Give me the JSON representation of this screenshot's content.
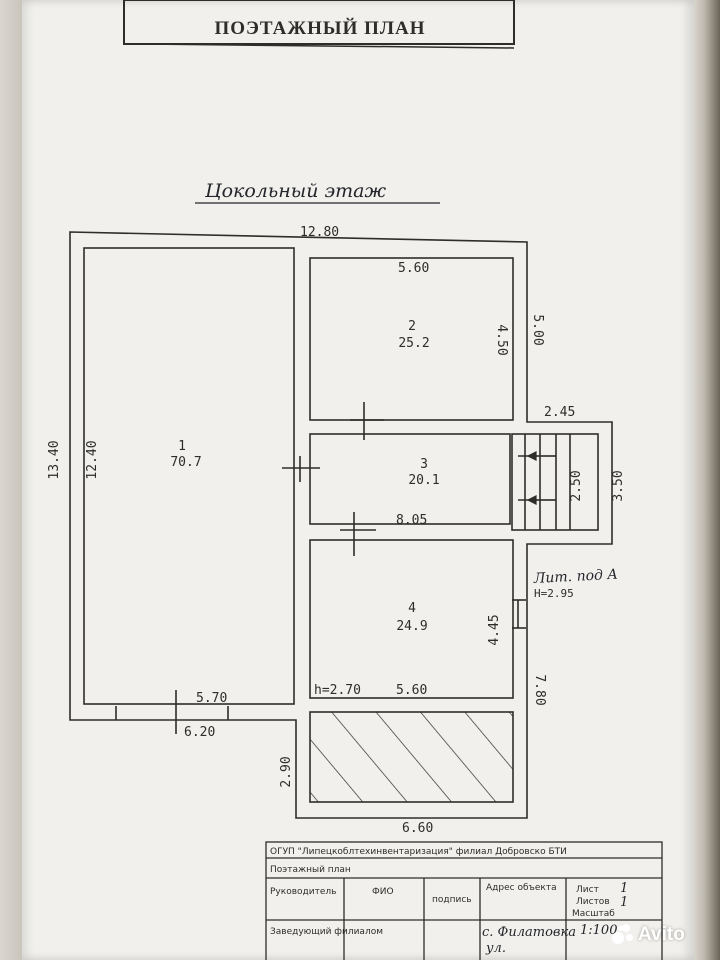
{
  "title": "ПОЭТАЖНЫЙ ПЛАН",
  "floor_label": "Цокольный этаж",
  "dimensions": {
    "total_width": "12.80",
    "room2_width": "5.60",
    "room2_height": "4.50",
    "outer_right_top": "5.00",
    "total_height_outer": "13.40",
    "total_height_inner": "12.40",
    "stair_width": "2.45",
    "stair_height_inner": "2.50",
    "stair_height_outer": "3.50",
    "corridor_length": "8.05",
    "room4_height": "4.45",
    "bottom_right_height": "7.80",
    "room1_bottom_inner": "5.70",
    "room1_bottom_outer": "6.20",
    "room4_bottom": "5.60",
    "ceiling_height": "h=2.70",
    "annex_height": "2.90",
    "annex_width": "6.60"
  },
  "rooms": [
    {
      "number": "1",
      "area": "70.7"
    },
    {
      "number": "2",
      "area": "25.2"
    },
    {
      "number": "3",
      "area": "20.1"
    },
    {
      "number": "4",
      "area": "24.9"
    }
  ],
  "annotation": {
    "line1": "Лит. под А",
    "line2": "Н=2.95"
  },
  "stamp": {
    "org": "ОГУП \"Липецкоблтехинвентаризация\" филиал Добровско БТИ",
    "doc": "Поэтажный план",
    "col_role": "Руководитель",
    "col_fio": "ФИО",
    "col_sign": "подпись",
    "col_address": "Адрес объекта",
    "sheet_label": "Лист",
    "sheet_value": "1",
    "sheets_label": "Листов",
    "sheets_value": "1",
    "scale_label": "Масштаб",
    "scale_value": "1:100",
    "row2_role": "Заведующий филиалом",
    "addr_line1": "с. Филатовка",
    "addr_line2": "ул."
  },
  "watermark": "Avito",
  "colors": {
    "paper": "#f1f0ec",
    "ink": "#2e2d2b",
    "pen": "#24262c"
  }
}
